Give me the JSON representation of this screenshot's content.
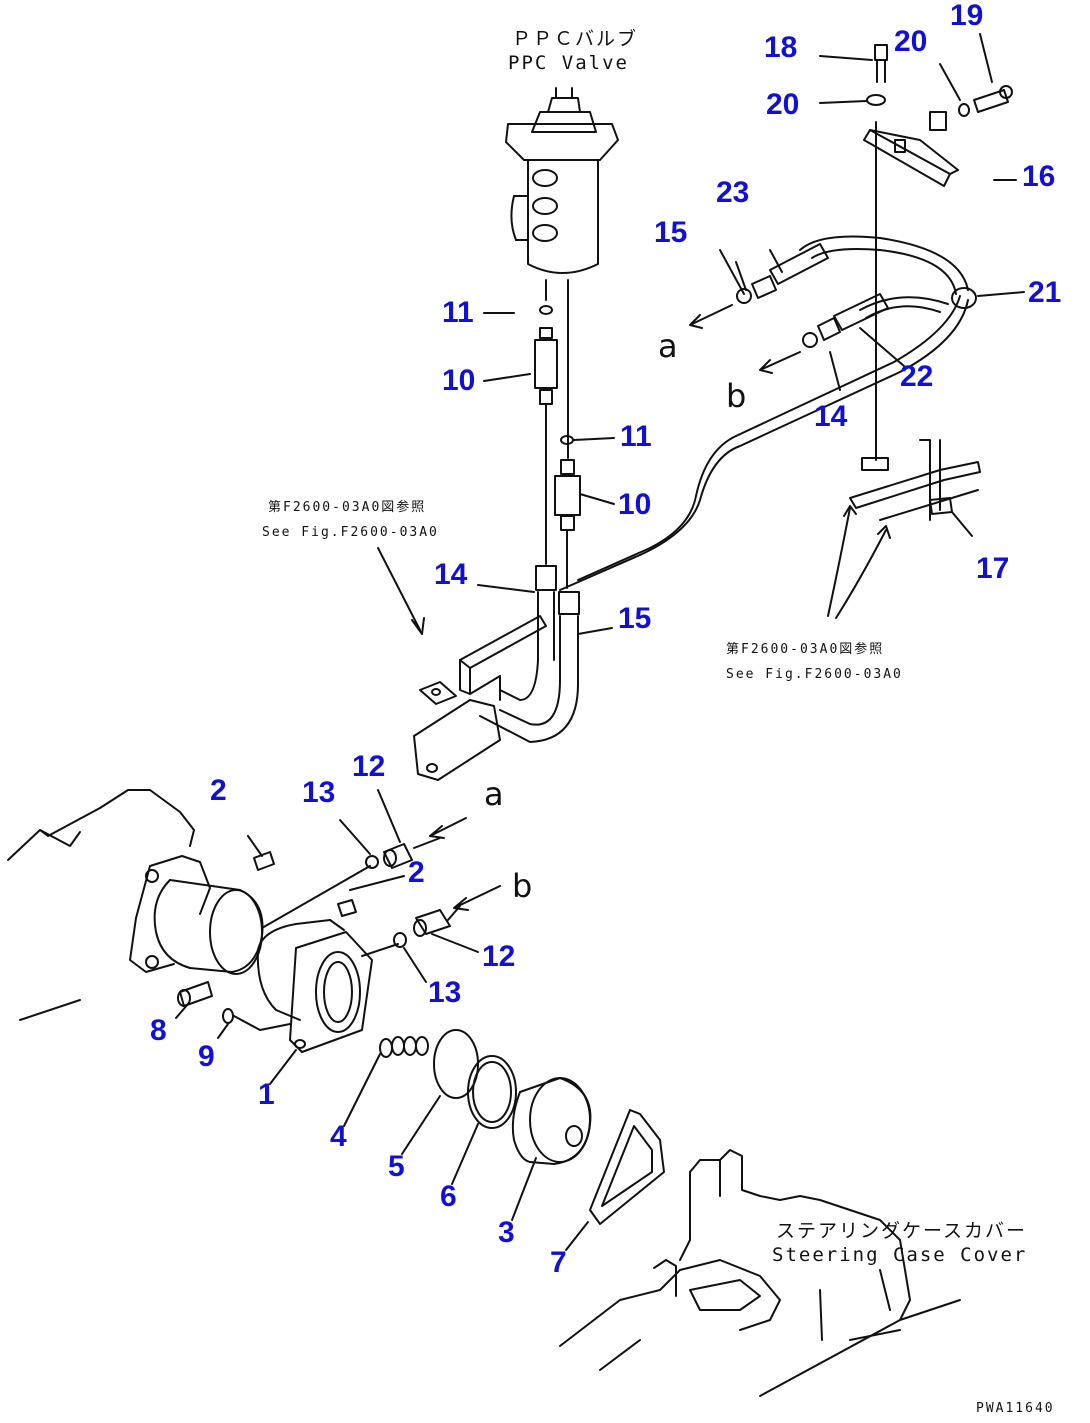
{
  "labels": {
    "ppc_jp": "ＰＰＣバルブ",
    "ppc_en": "PPC Valve",
    "see_jp": "第F2600-03A0図参照",
    "see_en": "See Fig.F2600-03A0",
    "steer_jp": "ステアリングケースカバー",
    "steer_en": "Steering Case Cover",
    "code": "PWA11640",
    "a": "a",
    "b": "b"
  },
  "parts": {
    "p1": "1",
    "p2": "2",
    "p3": "3",
    "p4": "4",
    "p5": "5",
    "p6": "6",
    "p7": "7",
    "p8": "8",
    "p9": "9",
    "p10": "10",
    "p11": "11",
    "p12": "12",
    "p13": "13",
    "p14": "14",
    "p15": "15",
    "p16": "16",
    "p17": "17",
    "p18": "18",
    "p19": "19",
    "p20": "20",
    "p21": "21",
    "p22": "22",
    "p23": "23"
  },
  "colors": {
    "part_number": "#1010d8",
    "line": "#111111"
  }
}
